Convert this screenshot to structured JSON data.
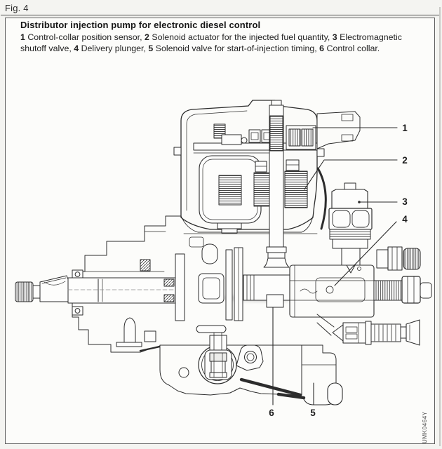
{
  "figure": {
    "label": "Fig. 4"
  },
  "header": {
    "title": "Distributor injection pump for electronic diesel control"
  },
  "caption": {
    "segments": [
      {
        "text": "1",
        "bold": true
      },
      {
        "text": " Control-collar position sensor, ",
        "bold": false
      },
      {
        "text": "2",
        "bold": true
      },
      {
        "text": " Solenoid actuator for the injected fuel quantity, ",
        "bold": false
      },
      {
        "text": "3",
        "bold": true
      },
      {
        "text": " Electromagnetic",
        "bold": false
      },
      {
        "text": "shutoff valve, ",
        "bold": false
      },
      {
        "text": "4",
        "bold": true
      },
      {
        "text": " Delivery plunger, ",
        "bold": false
      },
      {
        "text": "5",
        "bold": true
      },
      {
        "text": " Solenoid valve for start-of-injection timing, ",
        "bold": false
      },
      {
        "text": "6",
        "bold": true
      },
      {
        "text": " Control collar.",
        "bold": false
      }
    ]
  },
  "callouts": [
    {
      "label": "1"
    },
    {
      "label": "2"
    },
    {
      "label": "3"
    },
    {
      "label": "4"
    },
    {
      "label": "5"
    },
    {
      "label": "6"
    }
  ],
  "figure_code": {
    "text": "UMK0464Y"
  },
  "colors": {
    "paper": "#fcfcfa",
    "ink": "#2c2c2c",
    "frame": "#5d5d5d"
  }
}
